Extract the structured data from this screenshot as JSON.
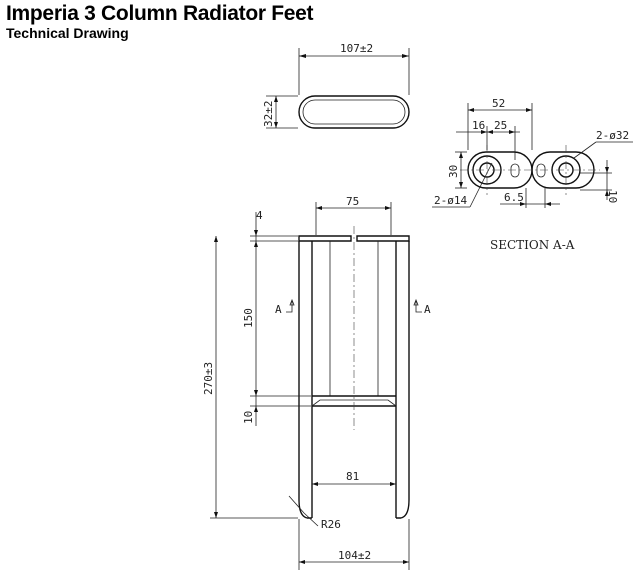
{
  "header": {
    "title": "Imperia 3 Column Radiator Feet",
    "subtitle": "Technical Drawing"
  },
  "drawing": {
    "top_view": {
      "width": "107±2",
      "depth": "32±2"
    },
    "section_detail": {
      "overall": "52",
      "offset_a": "16",
      "offset_b": "25",
      "holes_large": "2-ø32",
      "holes_small": "2-ø14",
      "height": "30",
      "thickness": "10",
      "slot": "6.5"
    },
    "section_label": "SECTION A-A",
    "front_view": {
      "top_width": "75",
      "top_gap": "4",
      "mid_height": "150",
      "overall_height": "270±3",
      "step": "10",
      "inner_width": "81",
      "radius": "R26",
      "base_width": "104±2"
    },
    "section_marks": {
      "left": "A",
      "right": "A"
    }
  }
}
